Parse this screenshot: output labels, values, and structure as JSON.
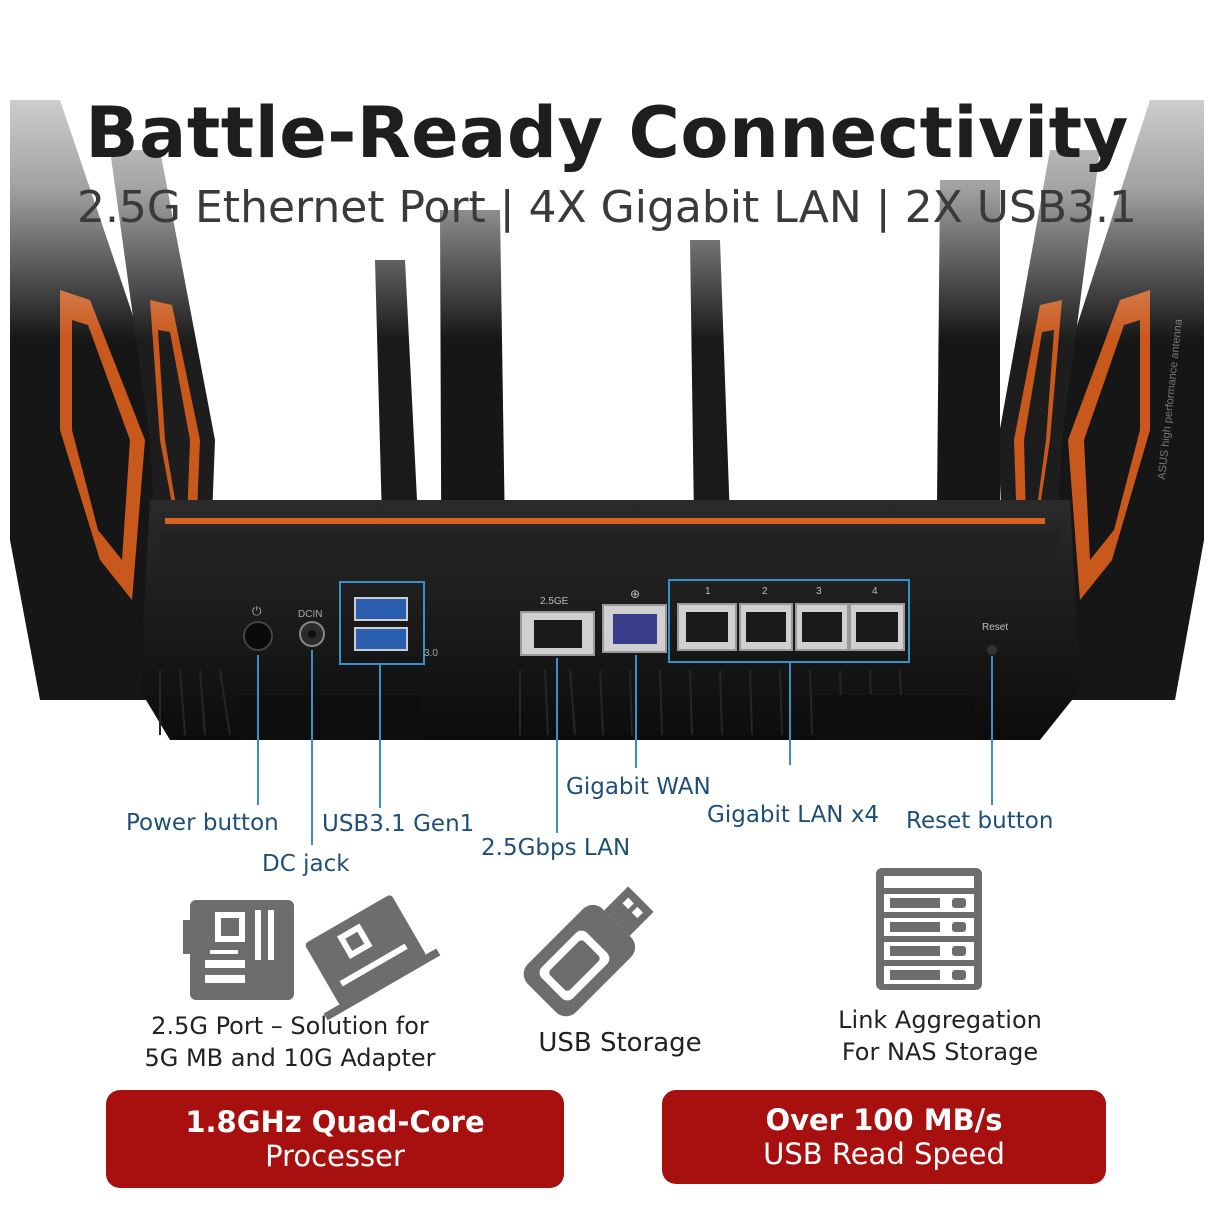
{
  "header": {
    "title": "Battle-Ready Connectivity",
    "subtitle": "2.5G Ethernet Port | 4X Gigabit LAN | 2X USB3.1"
  },
  "router_labels": {
    "port_25ge": "2.5GE",
    "dcin": "DCIN",
    "usb_30": "3.0",
    "reset": "Reset",
    "antenna_text": "ASUS high performance antenna",
    "lan_numbers": [
      "1",
      "2",
      "3",
      "4"
    ]
  },
  "callouts": {
    "power_button": "Power button",
    "dc_jack": "DC jack",
    "usb": "USB3.1 Gen1",
    "lan_25": "2.5Gbps LAN",
    "wan": "Gigabit WAN",
    "lan_x4": "Gigabit LAN x4",
    "reset_button": "Reset button"
  },
  "features": {
    "port_solution_line1": "2.5G Port – Solution for",
    "port_solution_line2": "5G MB and 10G Adapter",
    "usb_storage": "USB Storage",
    "link_aggregation_line1": "Link Aggregation",
    "link_aggregation_line2": "For NAS Storage"
  },
  "badges": {
    "cpu_line1": "1.8GHz Quad-Core",
    "cpu_line2": "Processer",
    "usb_speed_line1": "Over 100 MB/s",
    "usb_speed_line2": "USB Read Speed"
  },
  "colors": {
    "accent_orange": "#d9621e",
    "callout_blue": "#1e4f78",
    "badge_red": "#a8100f",
    "router_black": "#141414",
    "icon_gray": "#6d6d6d"
  }
}
